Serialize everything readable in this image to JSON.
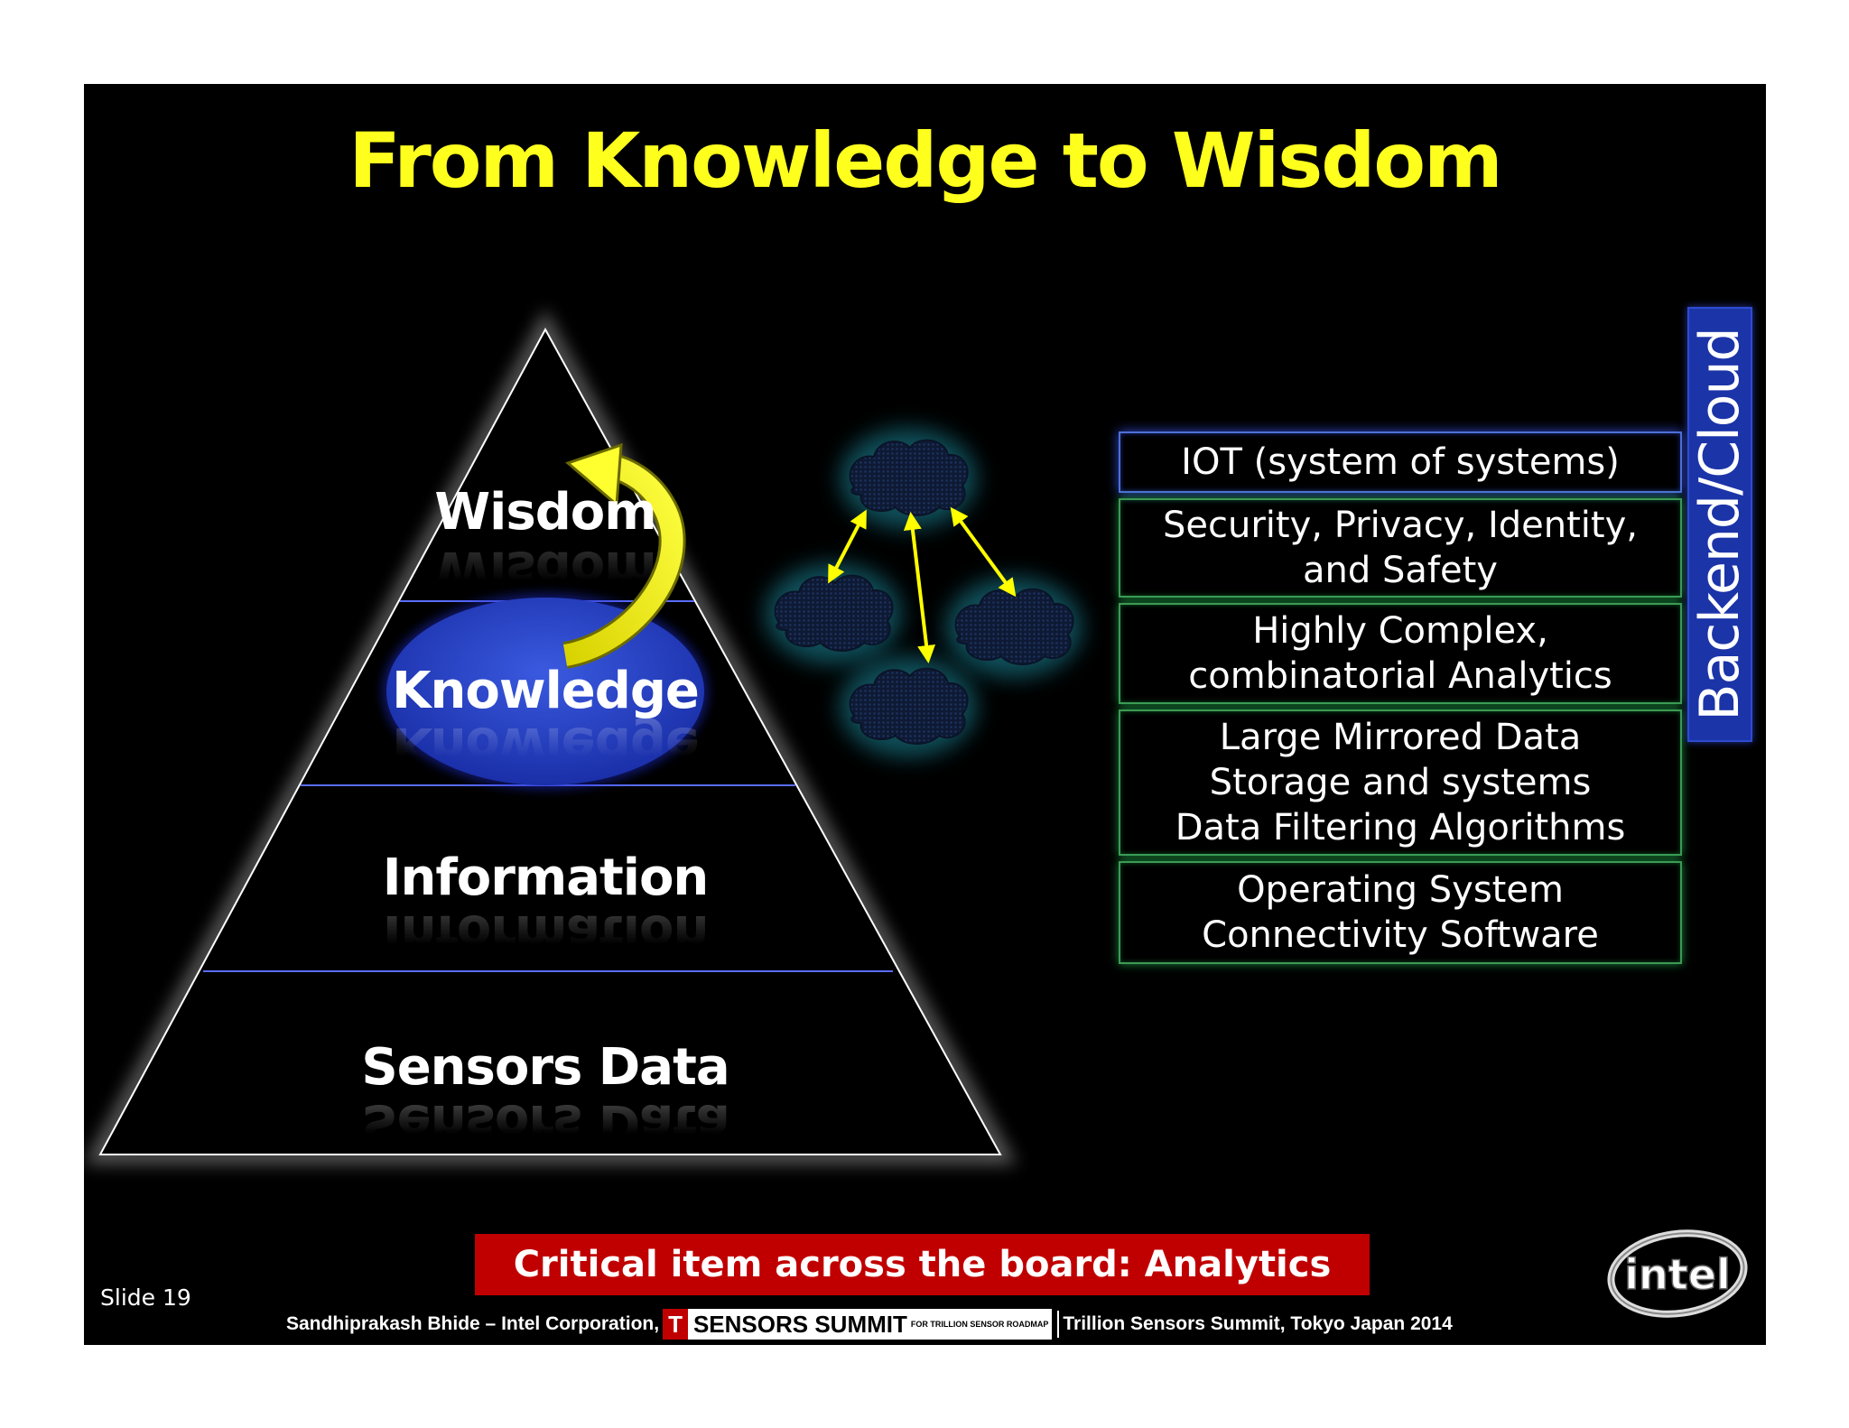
{
  "title": "From Knowledge to Wisdom",
  "pyramid": {
    "layers": [
      {
        "label": "Wisdom"
      },
      {
        "label": "Knowledge"
      },
      {
        "label": "Information"
      },
      {
        "label": "Sensors Data"
      }
    ],
    "arrow_icon": "curved-up-arrow-icon",
    "colors": {
      "outline": "#ffffff",
      "divider": "#2233cc",
      "knowledge_fill": "#1f3bc0",
      "arrow": "#e8e000"
    }
  },
  "clouds": {
    "icon": "cloud-icon",
    "count": 4,
    "colors": {
      "fill": "#101e3a",
      "glow": "#2bb5c8",
      "arrows": "#ffff00"
    }
  },
  "stack": {
    "items": [
      {
        "lines": [
          "IOT (system of systems)"
        ],
        "style": "blue"
      },
      {
        "lines": [
          "Security, Privacy, Identity,",
          "and Safety"
        ],
        "style": "green"
      },
      {
        "lines": [
          "Highly Complex,",
          "combinatorial Analytics"
        ],
        "style": "green"
      },
      {
        "lines": [
          "Large Mirrored Data",
          "Storage and systems",
          "Data Filtering Algorithms"
        ],
        "style": "green"
      },
      {
        "lines": [
          "Operating System",
          "Connectivity Software"
        ],
        "style": "green"
      }
    ],
    "side_label": "Backend/Cloud",
    "colors": {
      "green_border": "#3d9a55",
      "blue_border": "#4e6fd6",
      "side_fill": "#1b34a8"
    }
  },
  "banner": {
    "text": "Critical item across the board: Analytics",
    "color": "#c00000"
  },
  "slide_number": "Slide 19",
  "footer": {
    "left": "Sandhiprakash Bhide – Intel Corporation,",
    "logo_t": "T",
    "logo_main": "SENSORS SUMMIT",
    "logo_sub": "FOR TRILLION SENSOR ROADMAP",
    "right": "Trillion Sensors Summit, Tokyo Japan 2014"
  },
  "intel_logo": {
    "text": "intel",
    "icon": "intel-logo"
  }
}
